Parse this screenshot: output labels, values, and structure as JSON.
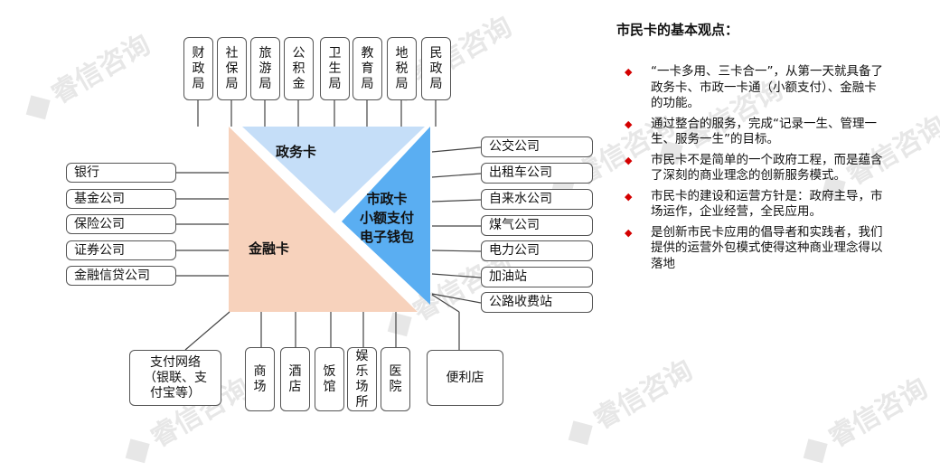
{
  "diagram": {
    "triangles": {
      "government": "政务卡",
      "municipal": "市政卡\n小额支付\n电子钱包",
      "finance": "金融卡"
    },
    "top_agencies": [
      "财\n政\n局",
      "社\n保\n局",
      "旅\n游\n局",
      "公\n积\n金",
      "卫\n生\n局",
      "教\n育\n局",
      "地\n税\n局",
      "民\n政\n局"
    ],
    "right_services": [
      "公交公司",
      "出租车公司",
      "自来水公司",
      "煤气公司",
      "电力公司",
      "加油站",
      "公路收费站"
    ],
    "left_financial": [
      "银行",
      "基金公司",
      "保险公司",
      "证券公司",
      "金融信贷公司"
    ],
    "bottom_merchants": [
      "支付网络\n（银联、支\n付宝等）",
      "商\n场",
      "酒\n店",
      "饭\n馆",
      "娱\n乐\n场\n所",
      "医\n院",
      "便利店"
    ],
    "colors": {
      "government": "#c5def8",
      "municipal": "#5aaef2",
      "finance": "#f7d2bc",
      "bullet": "#d40000",
      "line": "#444444"
    }
  },
  "notes": {
    "title": "市民卡的基本观点：",
    "items": [
      "“一卡多用、三卡合一”，从第一天就具备了政务卡、市政一卡通（小额支付）、金融卡的功能。",
      "通过整合的服务，完成“记录一生、管理一生、服务一生”的目标。",
      "市民卡不是简单的一个政府工程，而是蕴含了深刻的商业理念的创新服务模式。",
      "市民卡的建设和运营方针是：政府主导，市场运作，企业经营，全民应用。",
      "是创新市民卡应用的倡导者和实践者，我们提供的运营外包模式使得这种商业理念得以落地"
    ]
  },
  "watermark": "睿信咨询"
}
